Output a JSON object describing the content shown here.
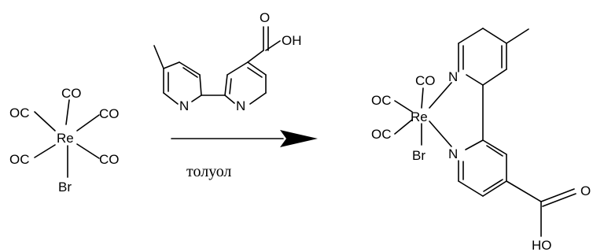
{
  "reactant_complex": {
    "co_top": "CO",
    "co_left_upper": "OC",
    "co_right_upper": "CO",
    "metal": "Re",
    "co_left_lower": "OC",
    "co_right_lower": "CO",
    "bromide": "Br"
  },
  "ligand": {
    "carbonyl_o": "O",
    "hydroxyl": "OH",
    "n_left": "N",
    "n_right": "N"
  },
  "arrow": {
    "condition": "толуол"
  },
  "product": {
    "co_top": "CO",
    "oc_upper": "OC",
    "metal": "Re",
    "oc_lower": "OC",
    "bromide": "Br",
    "n_top": "N",
    "n_bottom": "N",
    "carbonyl_o": "O",
    "hydroxyl": "HO"
  },
  "colors": {
    "ink": "#000000",
    "background": "#ffffff"
  }
}
